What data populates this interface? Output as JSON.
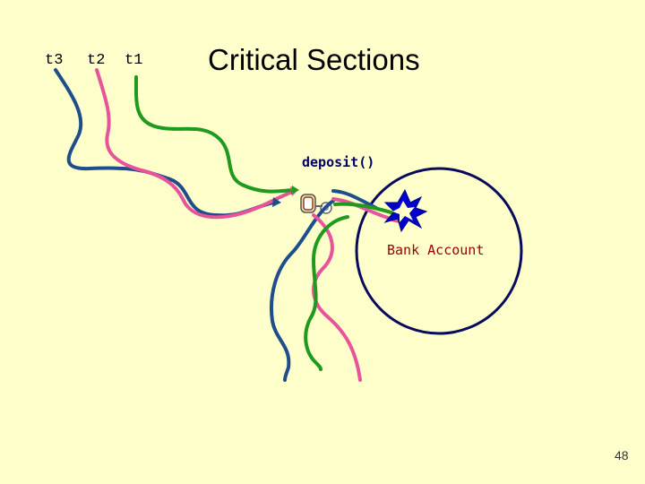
{
  "slide": {
    "title": "Critical Sections",
    "threads": [
      {
        "label": "t3",
        "color": "#1F4E8C"
      },
      {
        "label": "t2",
        "color": "#E8549A"
      },
      {
        "label": "t1",
        "color": "#1E9A1E"
      }
    ],
    "method_label": "deposit()",
    "resource_label": "Bank Account",
    "page_number": "48"
  },
  "icons": [
    "lock-icon",
    "key-icon",
    "collision-burst-icon"
  ],
  "colors": {
    "background": "#FFFFCC",
    "circle_stroke": "#0A0A5C",
    "method_text": "#000066",
    "resource_text": "#990000",
    "burst_fill": "#0000CC"
  }
}
